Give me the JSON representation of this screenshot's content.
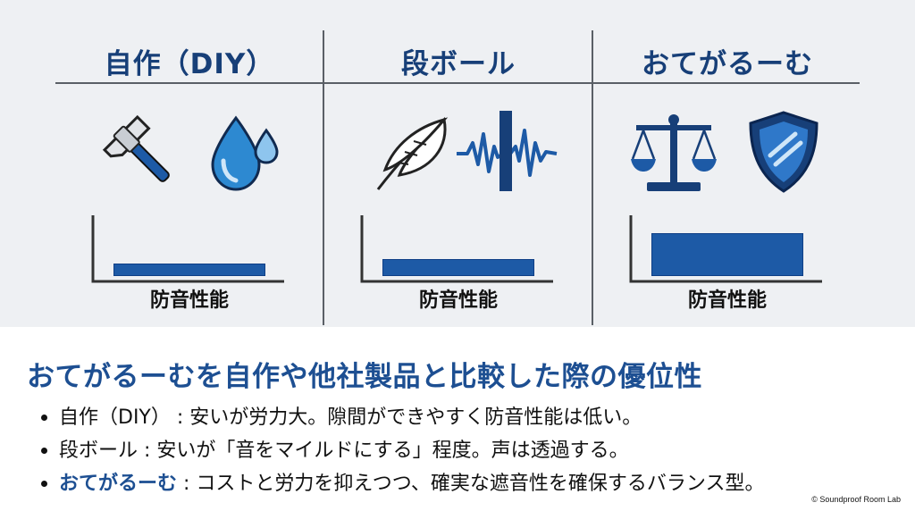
{
  "panels": [
    {
      "title": "自作（DIY）",
      "meter_label": "防音性能",
      "level": 0.22,
      "icons": [
        "hammer-icon",
        "water-drop-icon"
      ]
    },
    {
      "title": "段ボール",
      "meter_label": "防音性能",
      "level": 0.3,
      "icons": [
        "feather-icon",
        "sound-wave-icon"
      ]
    },
    {
      "title": "おてがるーむ",
      "meter_label": "防音性能",
      "level": 0.75,
      "icons": [
        "balance-scale-icon",
        "shield-icon"
      ]
    }
  ],
  "summary": {
    "title": "おてがるーむを自作や他社製品と比較した際の優位性",
    "items": [
      {
        "name": "自作（DIY）",
        "separator": " : ",
        "text": "安いが労力大。隙間ができやすく防音性能は低い。"
      },
      {
        "name": "段ボール",
        "separator": " : ",
        "text": "安いが「音をマイルドにする」程度。声は透過する。"
      },
      {
        "name": "おてがるーむ",
        "separator": " : ",
        "text": "コストと労力を抑えつつ、確実な遮音性を確保するバランス型。"
      }
    ]
  },
  "copyright": "© Soundproof Room Lab",
  "colors": {
    "accent": "#1d5aa6",
    "title": "#173f78",
    "line": "#5a5f66"
  }
}
